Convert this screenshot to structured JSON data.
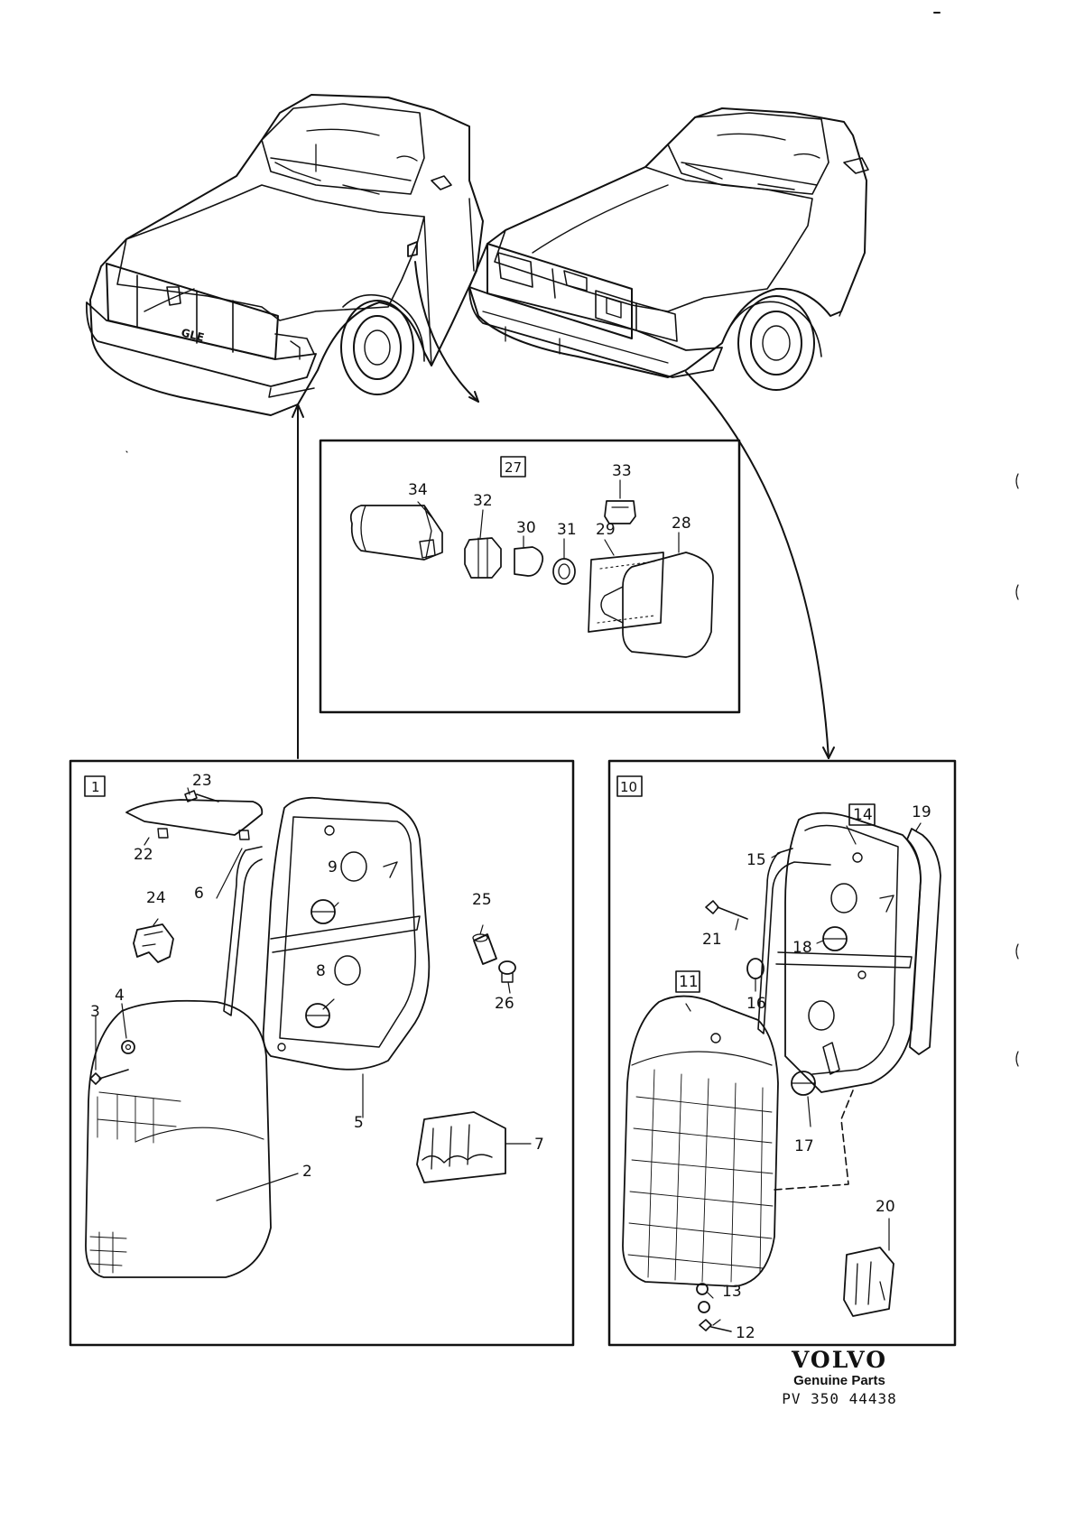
{
  "box_27": {
    "label": "27",
    "callouts": {
      "c28": "28",
      "c29": "29",
      "c30": "30",
      "c31": "31",
      "c32": "32",
      "c33": "33",
      "c34": "34"
    }
  },
  "box_1": {
    "label": "1",
    "callouts": {
      "c2": "2",
      "c3": "3",
      "c4": "4",
      "c5": "5",
      "c6": "6",
      "c7": "7",
      "c8": "8",
      "c9": "9",
      "c22": "22",
      "c23": "23",
      "c24": "24",
      "c25": "25",
      "c26": "26"
    }
  },
  "box_10": {
    "label": "10",
    "callouts": {
      "c11": "11",
      "c12": "12",
      "c13": "13",
      "c14": "14",
      "c15": "15",
      "c16": "16",
      "c17": "17",
      "c18": "18",
      "c19": "19",
      "c20": "20",
      "c21": "21"
    }
  },
  "car_badge": "GLE",
  "branding": {
    "logo": "VOLVO",
    "tagline": "Genuine Parts",
    "part_ref": "PV 350  44438"
  }
}
